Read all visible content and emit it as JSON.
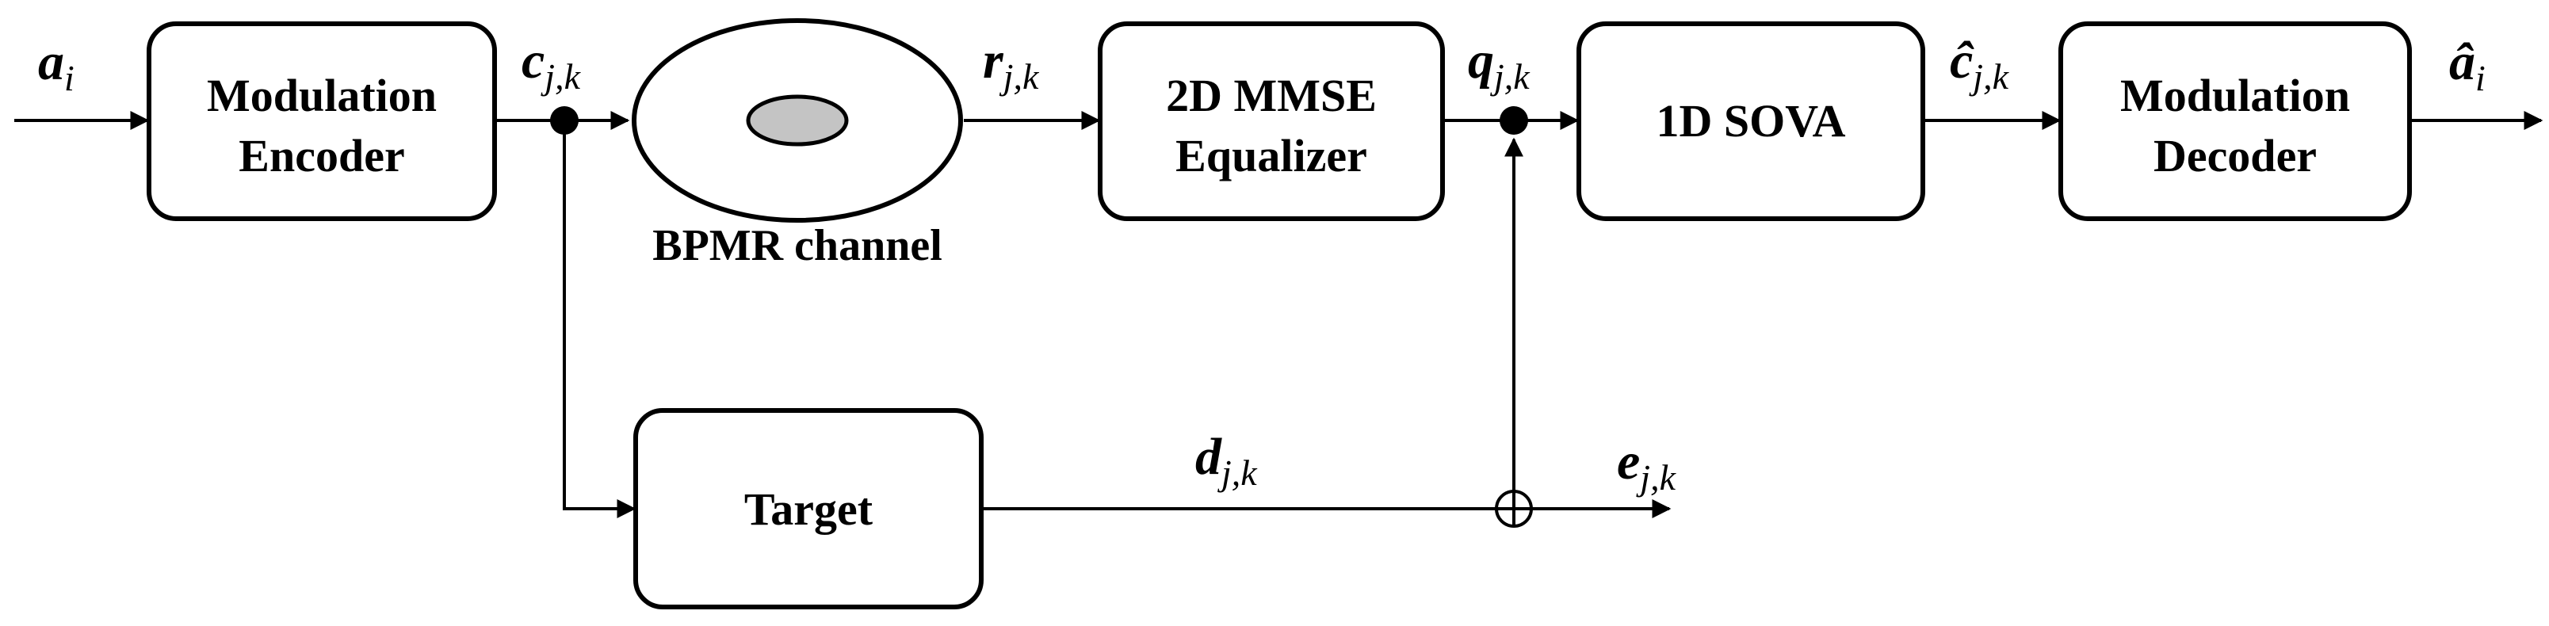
{
  "blocks": {
    "modulation_encoder": {
      "line1": "Modulation",
      "line2": "Encoder"
    },
    "equalizer": {
      "line1": "2D MMSE",
      "line2": "Equalizer"
    },
    "sova": {
      "label": "1D SOVA"
    },
    "modulation_decoder": {
      "line1": "Modulation",
      "line2": "Decoder"
    },
    "target": {
      "label": "Target"
    },
    "channel": {
      "caption": "BPMR channel"
    }
  },
  "signals": {
    "input": {
      "base": "a",
      "sub": "i"
    },
    "coded": {
      "base": "c",
      "sub": "j,k"
    },
    "readback": {
      "base": "r",
      "sub": "j,k"
    },
    "equalized": {
      "base": "q",
      "sub": "j,k"
    },
    "estimate_coded": {
      "base": "ĉ",
      "sub": "j,k"
    },
    "output": {
      "base": "â",
      "sub": "i"
    },
    "desired": {
      "base": "d",
      "sub": "j,k"
    },
    "error": {
      "base": "e",
      "sub": "j,k"
    }
  }
}
